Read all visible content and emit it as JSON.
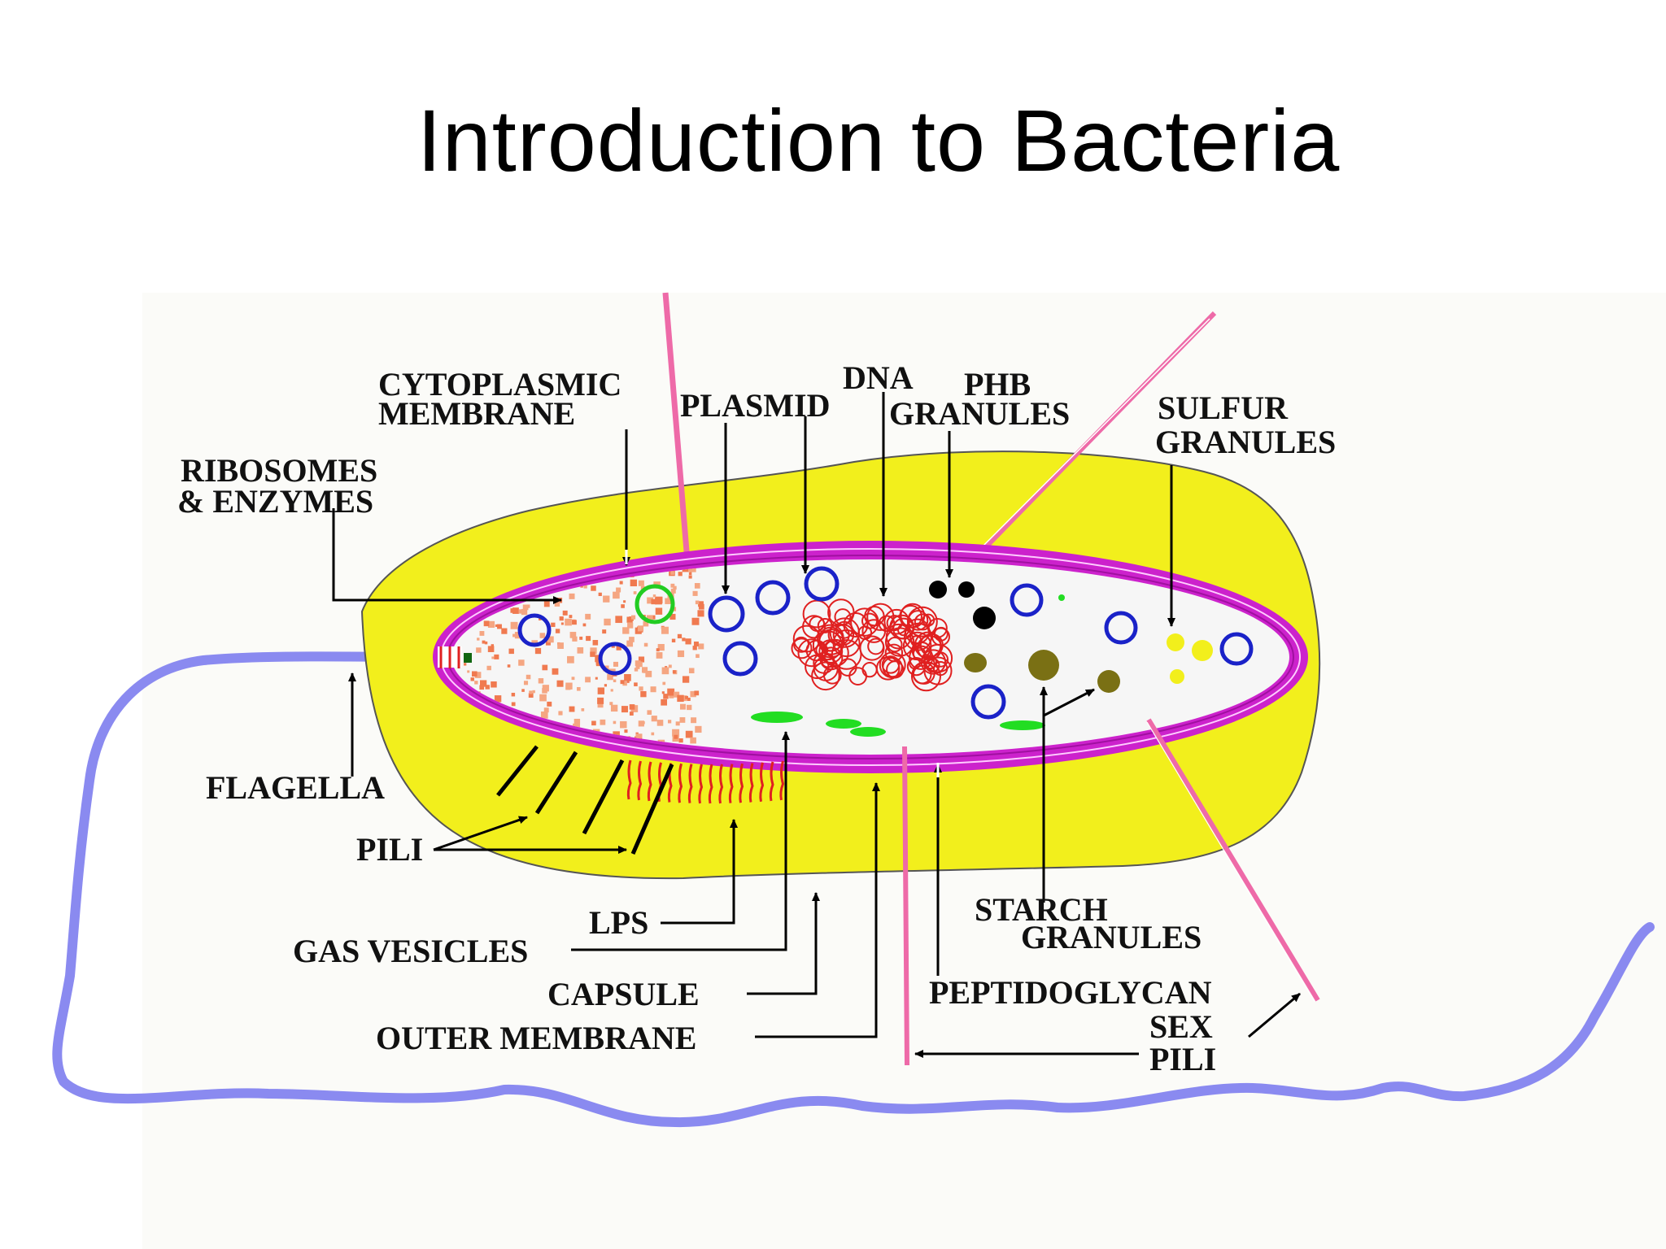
{
  "title": "Introduction to Bacteria",
  "labels": {
    "cytoplasmic_membrane_1": "CYTOPLASMIC",
    "cytoplasmic_membrane_2": "MEMBRANE",
    "plasmid": "PLASMID",
    "dna": "DNA",
    "phb_1": "PHB",
    "phb_2": "GRANULES",
    "sulfur_1": "SULFUR",
    "sulfur_2": "GRANULES",
    "ribosomes_1": "RIBOSOMES",
    "ribosomes_2": "& ENZYMES",
    "flagella": "FLAGELLA",
    "pili": "PILI",
    "lps": "LPS",
    "gas_vesicles": "GAS VESICLES",
    "capsule": "CAPSULE",
    "outer_membrane": "OUTER MEMBRANE",
    "starch_1": "STARCH",
    "starch_2": "GRANULES",
    "peptidoglycan": "PEPTIDOGLYCAN",
    "sex_pili_1": "SEX",
    "sex_pili_2": "PILI"
  },
  "colors": {
    "capsule": "#f2ef1c",
    "membrane": "#cc22cc",
    "flagellum": "#8a8af0",
    "plasmid": "#1a22c8",
    "dna": "#e02020",
    "ribosome": "#f07a50",
    "gas_vesicle": "#22dd22",
    "sex_pili": "#ee6aa8"
  }
}
